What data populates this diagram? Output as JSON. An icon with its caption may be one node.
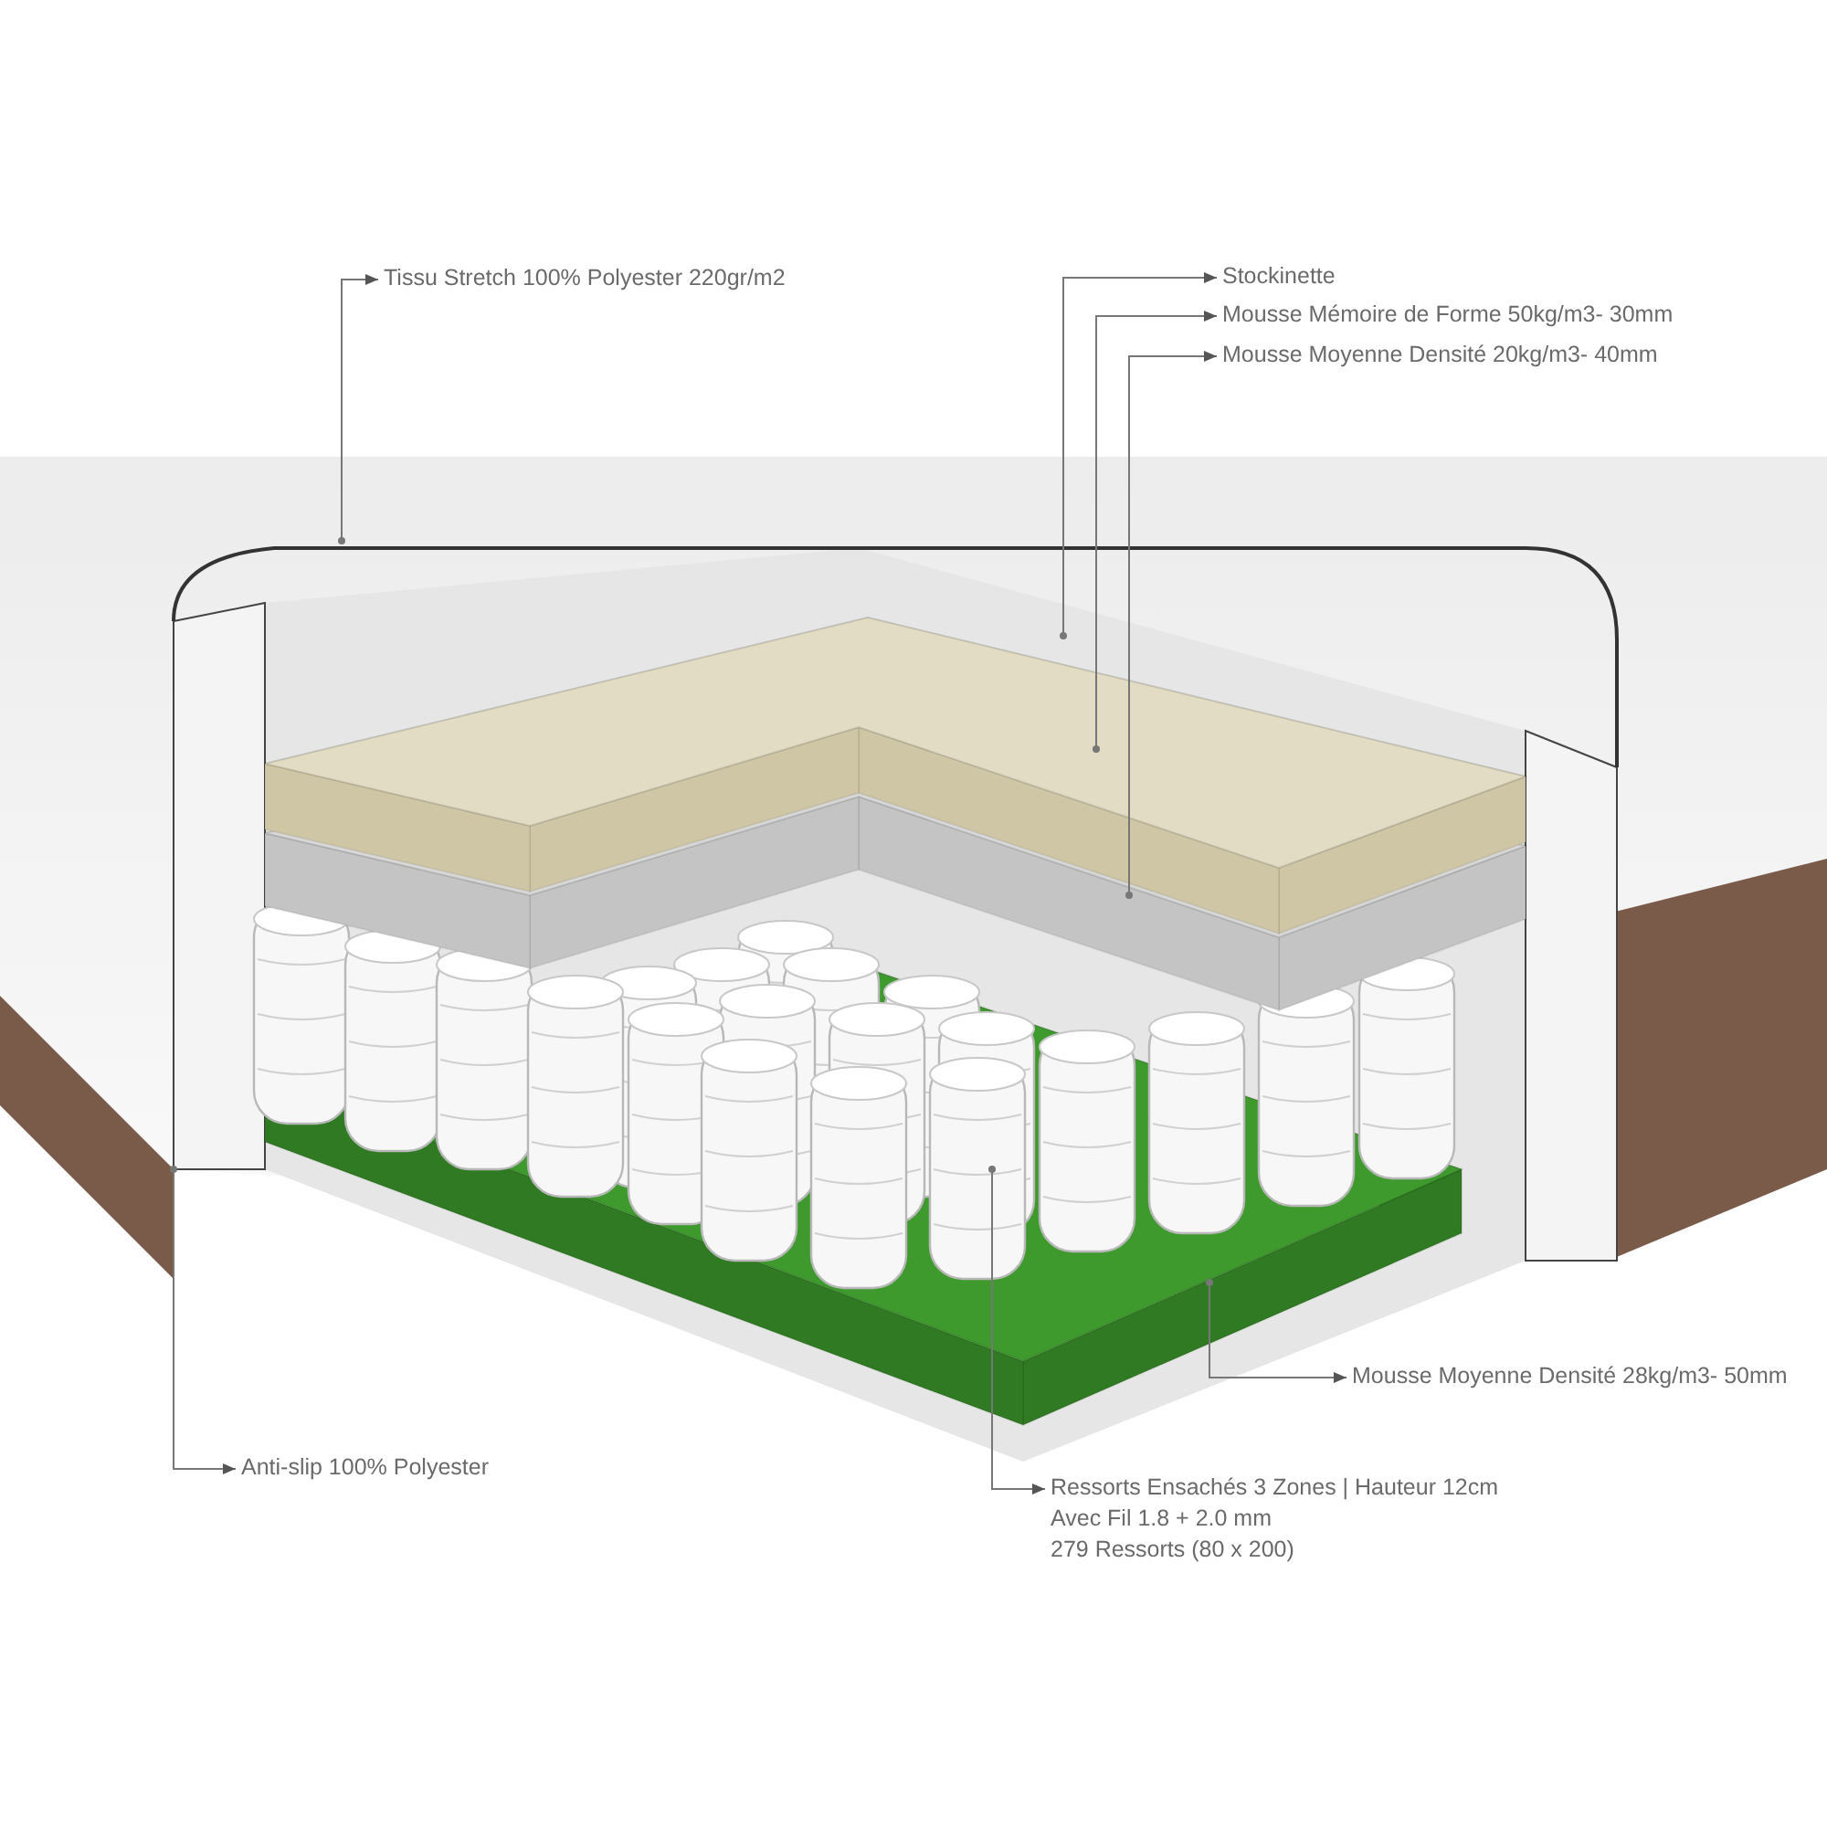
{
  "diagram": {
    "nodes": [
      {
        "text": [
          "Tissu Stretch 100% Polyester 220gr/m2"
        ]
      },
      {
        "text": [
          "Stockinette"
        ]
      },
      {
        "text": [
          "Mousse Mémoire de Forme 50kg/m3- 30mm"
        ]
      },
      {
        "text": [
          "Mousse Moyenne Densité 20kg/m3- 40mm"
        ]
      },
      {
        "text": [
          "Mousse Moyenne Densité 28kg/m3- 50mm"
        ]
      },
      {
        "text": [
          "Ressorts Ensachés 3 Zones | Hauteur 12cm",
          "Avec Fil 1.8 + 2.0 mm",
          "279 Ressorts (80 x 200)"
        ]
      },
      {
        "text": [
          "Anti-slip 100% Polyester"
        ]
      }
    ],
    "edges": [
      {
        "from": null,
        "to": 0,
        "arrow": "to"
      },
      {
        "from": null,
        "to": 1,
        "arrow": "to"
      },
      {
        "from": null,
        "to": 2,
        "arrow": "to"
      },
      {
        "from": null,
        "to": 3,
        "arrow": "to"
      },
      {
        "from": null,
        "to": 4,
        "arrow": "to"
      },
      {
        "from": null,
        "to": 5,
        "arrow": "to"
      },
      {
        "from": null,
        "to": 6,
        "arrow": "to"
      }
    ]
  }
}
